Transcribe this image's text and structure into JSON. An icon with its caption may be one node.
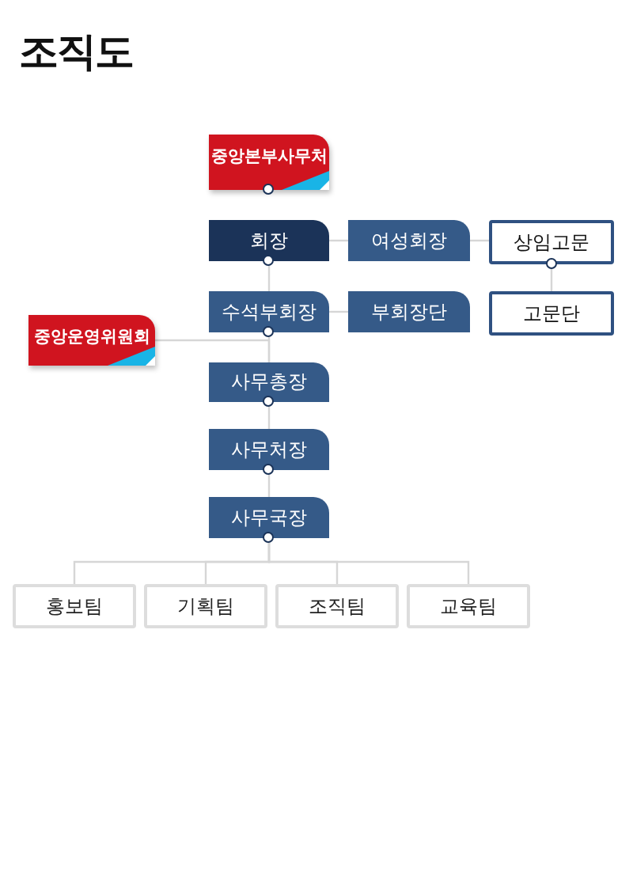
{
  "diagram": {
    "title": "조직도",
    "nodes": [
      {
        "text": [
          "중앙본부사무처"
        ]
      },
      {
        "text": [
          "회장"
        ]
      },
      {
        "text": [
          "여성회장"
        ]
      },
      {
        "text": [
          "상임고문"
        ]
      },
      {
        "text": [
          "수석부회장"
        ]
      },
      {
        "text": [
          "부회장단"
        ]
      },
      {
        "text": [
          "고문단"
        ]
      },
      {
        "text": [
          "중앙운영위원회"
        ]
      },
      {
        "text": [
          "사무총장"
        ]
      },
      {
        "text": [
          "사무처장"
        ]
      },
      {
        "text": [
          "사무국장"
        ]
      },
      {
        "text": [
          "홍보팀"
        ]
      },
      {
        "text": [
          "기획팀"
        ]
      },
      {
        "text": [
          "조직팀"
        ]
      },
      {
        "text": [
          "교육팀"
        ]
      }
    ],
    "edges": [
      {
        "from": 1,
        "to": 2,
        "arrow": "none"
      },
      {
        "from": 2,
        "to": 3,
        "arrow": "none"
      },
      {
        "from": 3,
        "to": 6,
        "arrow": "none"
      },
      {
        "from": 1,
        "to": 4,
        "arrow": "none"
      },
      {
        "from": 4,
        "to": 5,
        "arrow": "none"
      },
      {
        "from": 4,
        "to": 8,
        "arrow": "none"
      },
      {
        "from": 7,
        "to": 8,
        "arrow": "none"
      },
      {
        "from": 8,
        "to": 9,
        "arrow": "none"
      },
      {
        "from": 9,
        "to": 10,
        "arrow": "none"
      },
      {
        "from": 10,
        "to": 11,
        "arrow": "none"
      },
      {
        "from": 10,
        "to": 12,
        "arrow": "none"
      },
      {
        "from": 10,
        "to": 13,
        "arrow": "none"
      },
      {
        "from": 10,
        "to": 14,
        "arrow": "none"
      }
    ]
  }
}
